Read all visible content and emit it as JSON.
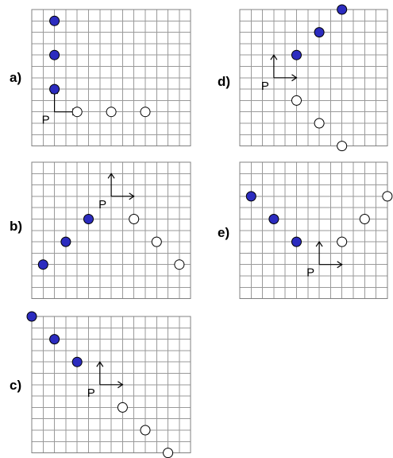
{
  "colors": {
    "filled_point": "#2c2cbf",
    "hollow_point": "#ffffff",
    "grid_line": "#9a9a9a",
    "axis": "#000000"
  },
  "origin_label": "P",
  "panels": [
    {
      "id": "a",
      "label": "a)",
      "grid": {
        "cols": 14,
        "rows": 12
      },
      "origin": [
        2,
        9
      ],
      "filled_points": [
        [
          2,
          1
        ],
        [
          2,
          4
        ],
        [
          2,
          7
        ]
      ],
      "hollow_points": [
        [
          4,
          9
        ],
        [
          7,
          9
        ],
        [
          10,
          9
        ]
      ]
    },
    {
      "id": "b",
      "label": "b)",
      "grid": {
        "cols": 14,
        "rows": 12
      },
      "origin": [
        7,
        3
      ],
      "filled_points": [
        [
          1,
          9
        ],
        [
          3,
          7
        ],
        [
          5,
          5
        ]
      ],
      "hollow_points": [
        [
          9,
          5
        ],
        [
          11,
          7
        ],
        [
          13,
          9
        ]
      ]
    },
    {
      "id": "c",
      "label": "c)",
      "grid": {
        "cols": 14,
        "rows": 12
      },
      "origin": [
        6,
        6
      ],
      "filled_points": [
        [
          0,
          0
        ],
        [
          2,
          2
        ],
        [
          4,
          4
        ]
      ],
      "hollow_points": [
        [
          8,
          8
        ],
        [
          10,
          10
        ],
        [
          12,
          12
        ]
      ]
    },
    {
      "id": "d",
      "label": "d)",
      "grid": {
        "cols": 13,
        "rows": 12
      },
      "origin": [
        3,
        6
      ],
      "filled_points": [
        [
          5,
          4
        ],
        [
          7,
          2
        ],
        [
          9,
          0
        ]
      ],
      "hollow_points": [
        [
          5,
          8
        ],
        [
          7,
          10
        ],
        [
          9,
          12
        ]
      ]
    },
    {
      "id": "e",
      "label": "e)",
      "grid": {
        "cols": 13,
        "rows": 12
      },
      "origin": [
        7,
        9
      ],
      "filled_points": [
        [
          1,
          3
        ],
        [
          3,
          5
        ],
        [
          5,
          7
        ]
      ],
      "hollow_points": [
        [
          9,
          7
        ],
        [
          11,
          5
        ],
        [
          13,
          3
        ]
      ]
    }
  ]
}
